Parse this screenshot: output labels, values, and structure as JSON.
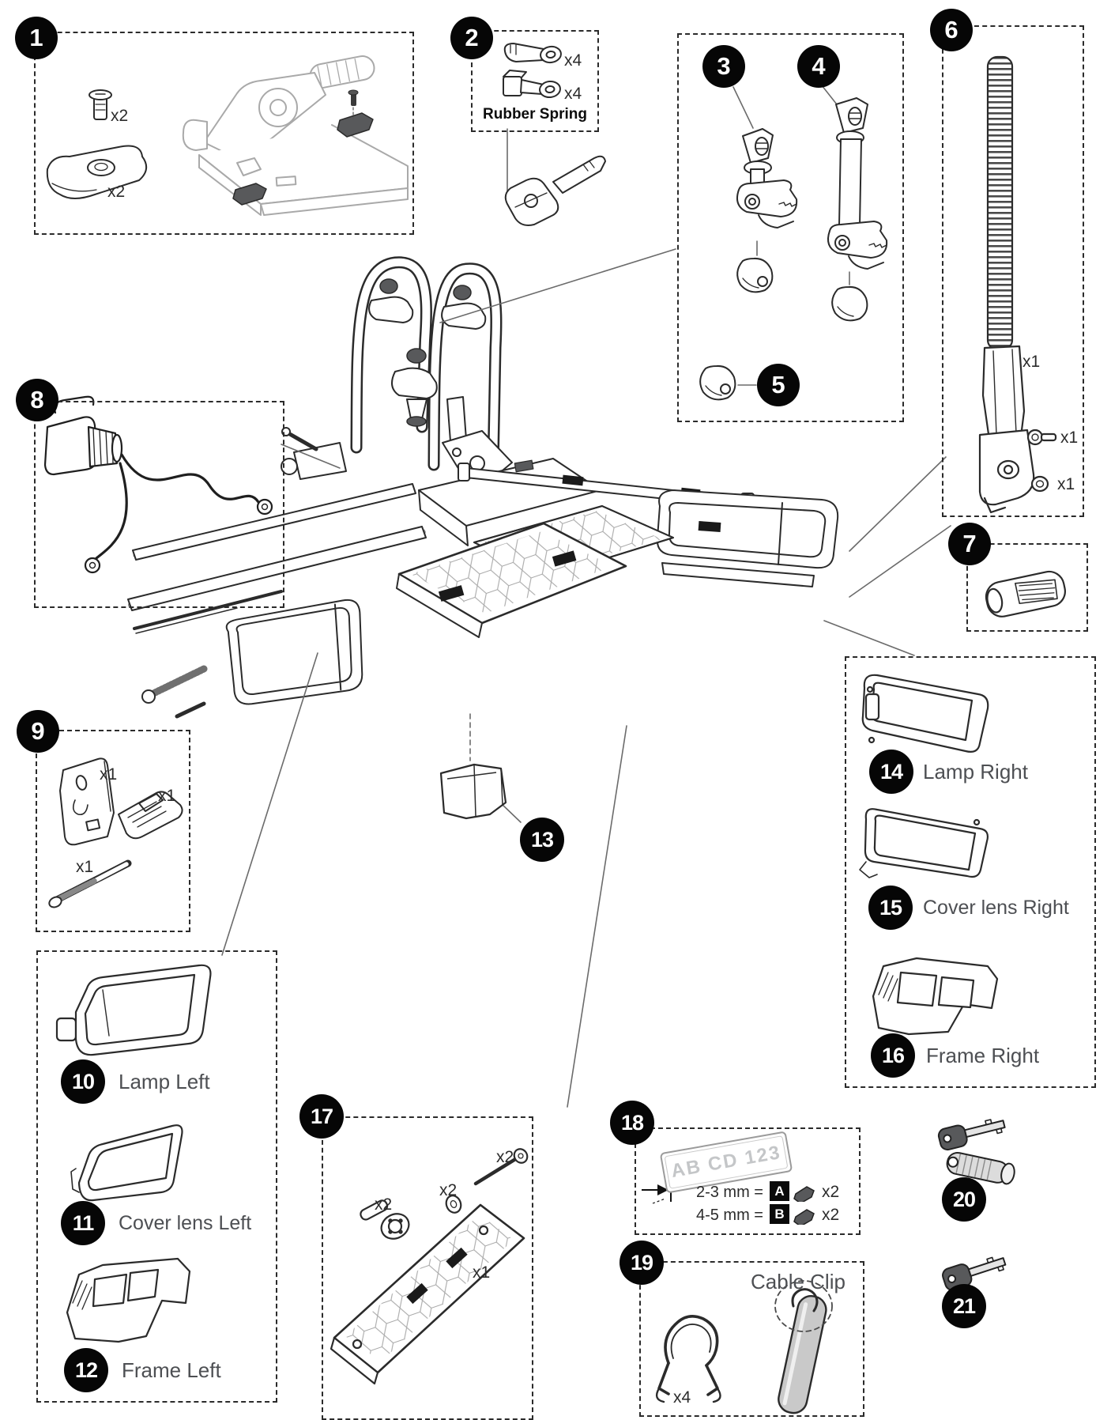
{
  "document": {
    "type": "exploded parts diagram",
    "subject": "tow-bar bike carrier parts overview"
  },
  "colors": {
    "ink": "#2b2b2b",
    "car_gray": "#a9a9a9",
    "dark_fill": "#58595b",
    "callout_bg": "#060606",
    "callout_text": "#ffffff",
    "label_gray": "#4d4f53"
  },
  "callouts": {
    "c1": "1",
    "c2": "2",
    "c3": "3",
    "c4": "4",
    "c5": "5",
    "c6": "6",
    "c7": "7",
    "c8": "8",
    "c9": "9",
    "c10": "10",
    "c11": "11",
    "c12": "12",
    "c13": "13",
    "c14": "14",
    "c15": "15",
    "c16": "16",
    "c17": "17",
    "c18": "18",
    "c19": "19",
    "c20": "20",
    "c21": "21"
  },
  "parts": {
    "group1": {
      "screw_qty": "x2",
      "clamp_qty": "x2"
    },
    "group2": {
      "label": "Rubber Spring",
      "spring1_qty": "x4",
      "spring2_qty": "x4"
    },
    "group6": {
      "strap_qty": "x1",
      "screw_qty": "x1",
      "washer_qty": "x1"
    },
    "group9": {
      "bracket_qty": "x1",
      "buckle_qty": "x1",
      "bolt_qty": "x1"
    },
    "group10": {
      "label": "Lamp Left"
    },
    "group11": {
      "label": "Cover lens Left"
    },
    "group12": {
      "label": "Frame Left"
    },
    "group14": {
      "label": "Lamp Right"
    },
    "group15": {
      "label": "Cover lens Right"
    },
    "group16": {
      "label": "Frame Right"
    },
    "group17": {
      "bolt_qty": "x2",
      "washer_qty": "x2",
      "nut_qty": "x2",
      "plate_qty": "x1"
    },
    "group18": {
      "plate_text": "AB CD 123",
      "row_a": {
        "text": "2-3 mm =",
        "letter": "A",
        "qty": "x2"
      },
      "row_b": {
        "text": "4-5 mm =",
        "letter": "B",
        "qty": "x2"
      }
    },
    "group19": {
      "label": "Cable Clip",
      "clip_qty": "x4"
    }
  }
}
